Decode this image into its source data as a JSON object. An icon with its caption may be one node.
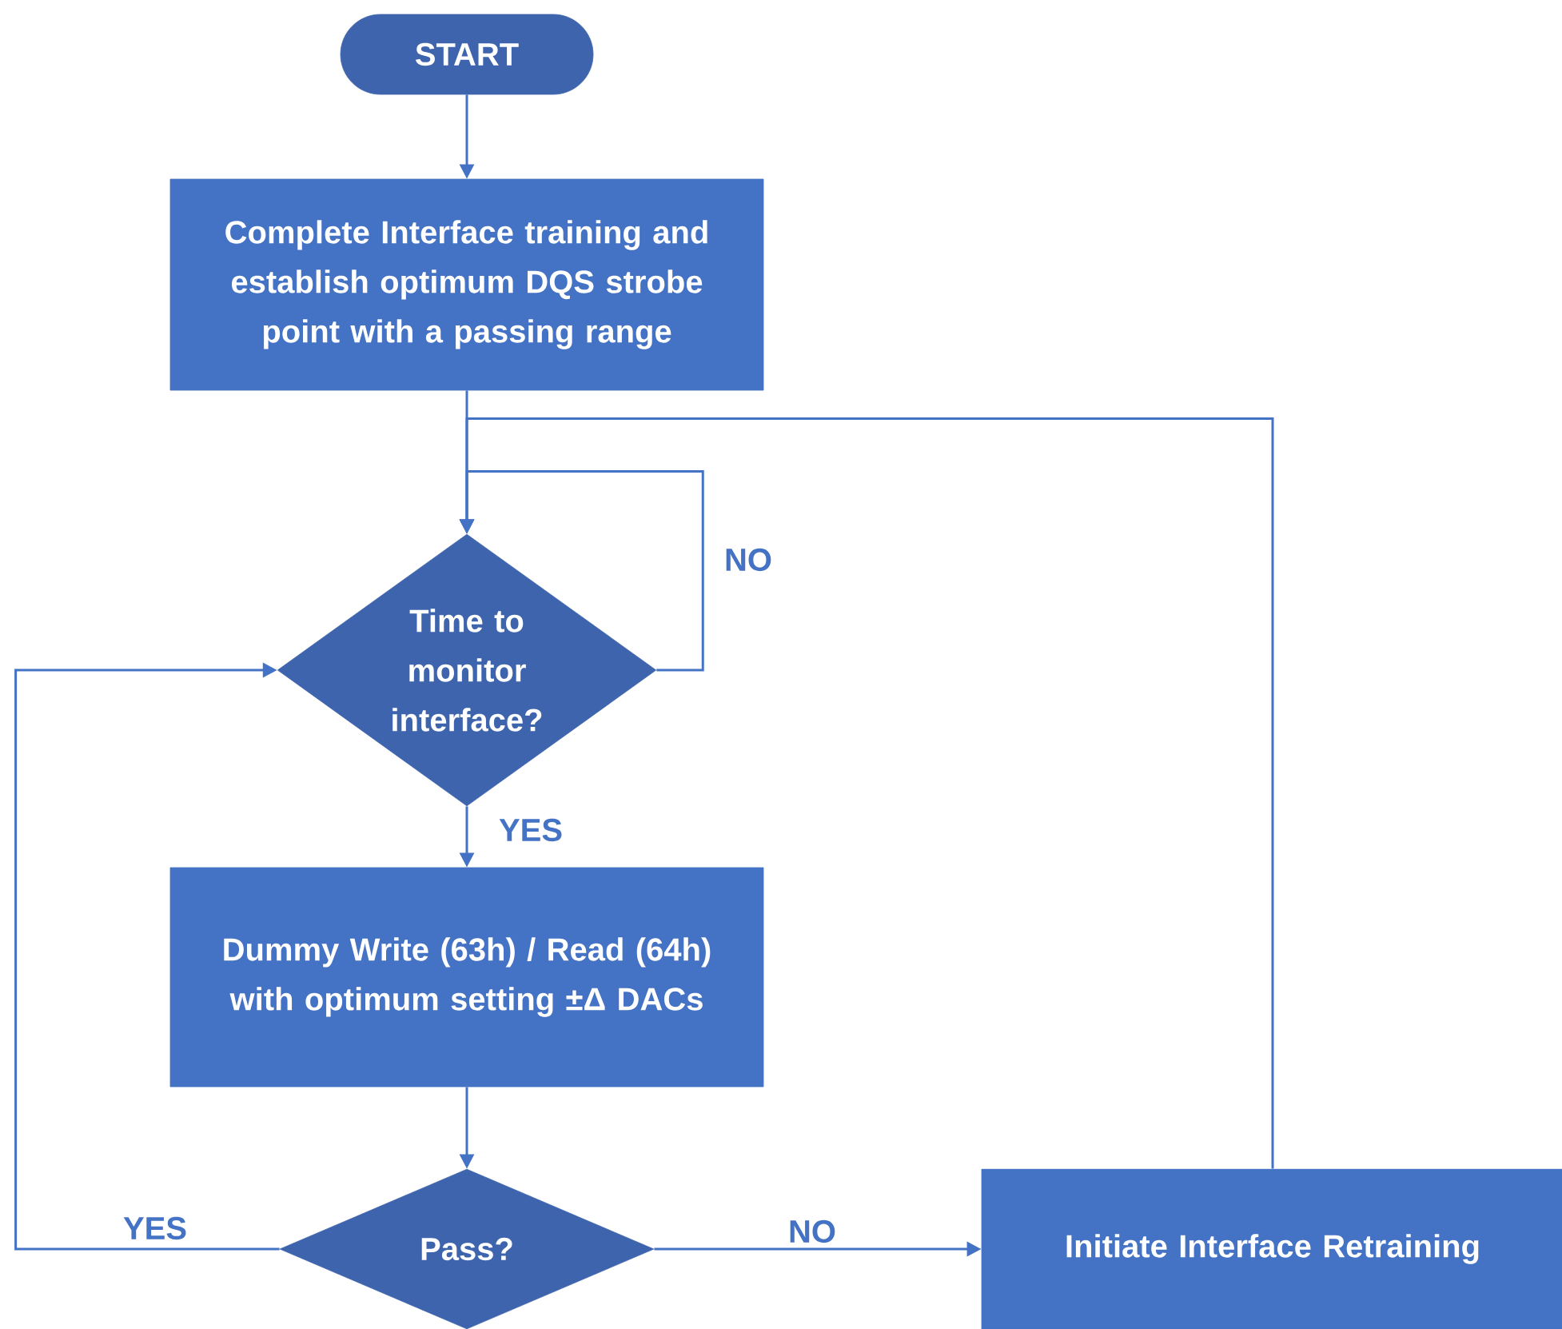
{
  "diagram": {
    "nodes": [
      {
        "text": [
          "START"
        ]
      },
      {
        "text": [
          "Complete Interface training and establish optimum DQS strobe point with a passing range"
        ]
      },
      {
        "text": [
          "Time to monitor interface?"
        ]
      },
      {
        "text": [
          "Dummy Write (63h) / Read (64h) with optimum setting ±Δ DACs"
        ]
      },
      {
        "text": [
          "Pass?"
        ]
      },
      {
        "text": [
          "Initiate Interface Retraining"
        ]
      }
    ],
    "edges": [
      {
        "from": 0,
        "to": 1,
        "arrow": "to"
      },
      {
        "from": 1,
        "to": 2,
        "arrow": "to"
      },
      {
        "from": 2,
        "to": 2,
        "arrow": "to",
        "label": "NO"
      },
      {
        "from": 2,
        "to": 3,
        "arrow": "to",
        "label": "YES"
      },
      {
        "from": 3,
        "to": 4,
        "arrow": "to"
      },
      {
        "from": 4,
        "to": 2,
        "arrow": "to",
        "label": "YES"
      },
      {
        "from": 4,
        "to": 5,
        "arrow": "to",
        "label": "NO"
      },
      {
        "from": 5,
        "to": 2,
        "arrow": "to"
      }
    ]
  }
}
